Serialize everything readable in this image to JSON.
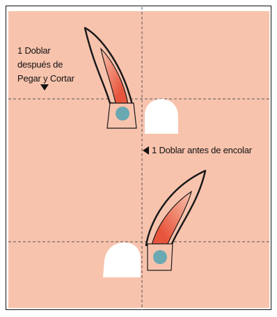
{
  "instructions": {
    "fold_after_paste_and_cut": [
      "1 Doblar",
      "después de",
      "Pegar y Cortar"
    ],
    "fold_before_gluing": "1 Doblar antes de encolar"
  },
  "colors": {
    "background_panel": "#f8c3ad",
    "ear_outline": "#1a1a1a",
    "ear_gradient_inner": "#e8553d",
    "ear_gradient_outer": "#f8c3ad",
    "dot_fill": "#6aa8b2",
    "tab_fill": "#ffffff",
    "fold_line": "#555555"
  },
  "icons": {
    "fold_down_marker": "triangle-down-icon",
    "fold_left_marker": "triangle-left-icon"
  }
}
